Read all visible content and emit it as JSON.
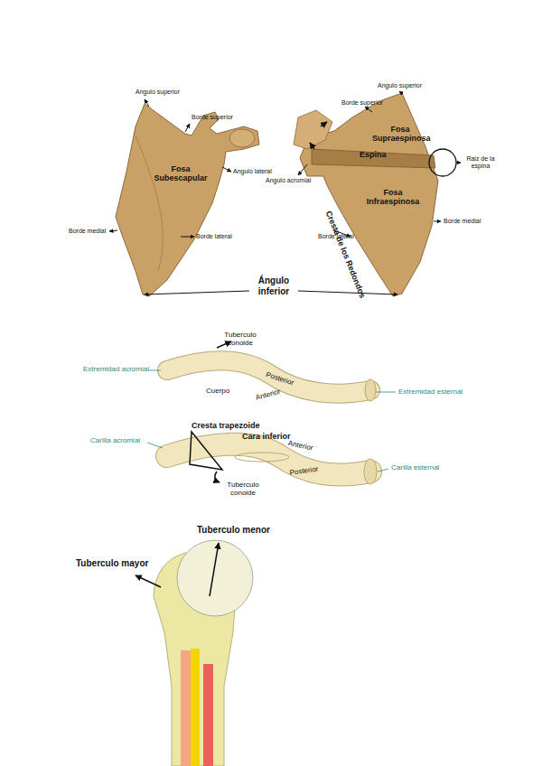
{
  "diagram": {
    "labels": [
      "Angulo superior",
      "Borde superior",
      "Fosa Subescapular",
      "Angulo lateral",
      "Borde medial",
      "Borde lateral",
      "Angulo superior",
      "Borde superior",
      "Fosa Supraespinosa",
      "Espina",
      "Raiz de la espina",
      "Angulo acromial",
      "Fosa Infraespinosa",
      "Cresta de los Redondos",
      "Borde lateral",
      "Borde medial",
      "Ángulo inferior",
      "Tuberculo conoide",
      "Extremidad acromial",
      "Posterior",
      "Cuerpo",
      "Anterior",
      "Extremidad esternal",
      "Cresta trapezoide",
      "Cara inferior",
      "Anterior",
      "Carilla acromial",
      "Posterior",
      "Tuberculo conoide",
      "Carilla esternal",
      "Tuberculo menor",
      "Tuberculo mayor"
    ]
  }
}
